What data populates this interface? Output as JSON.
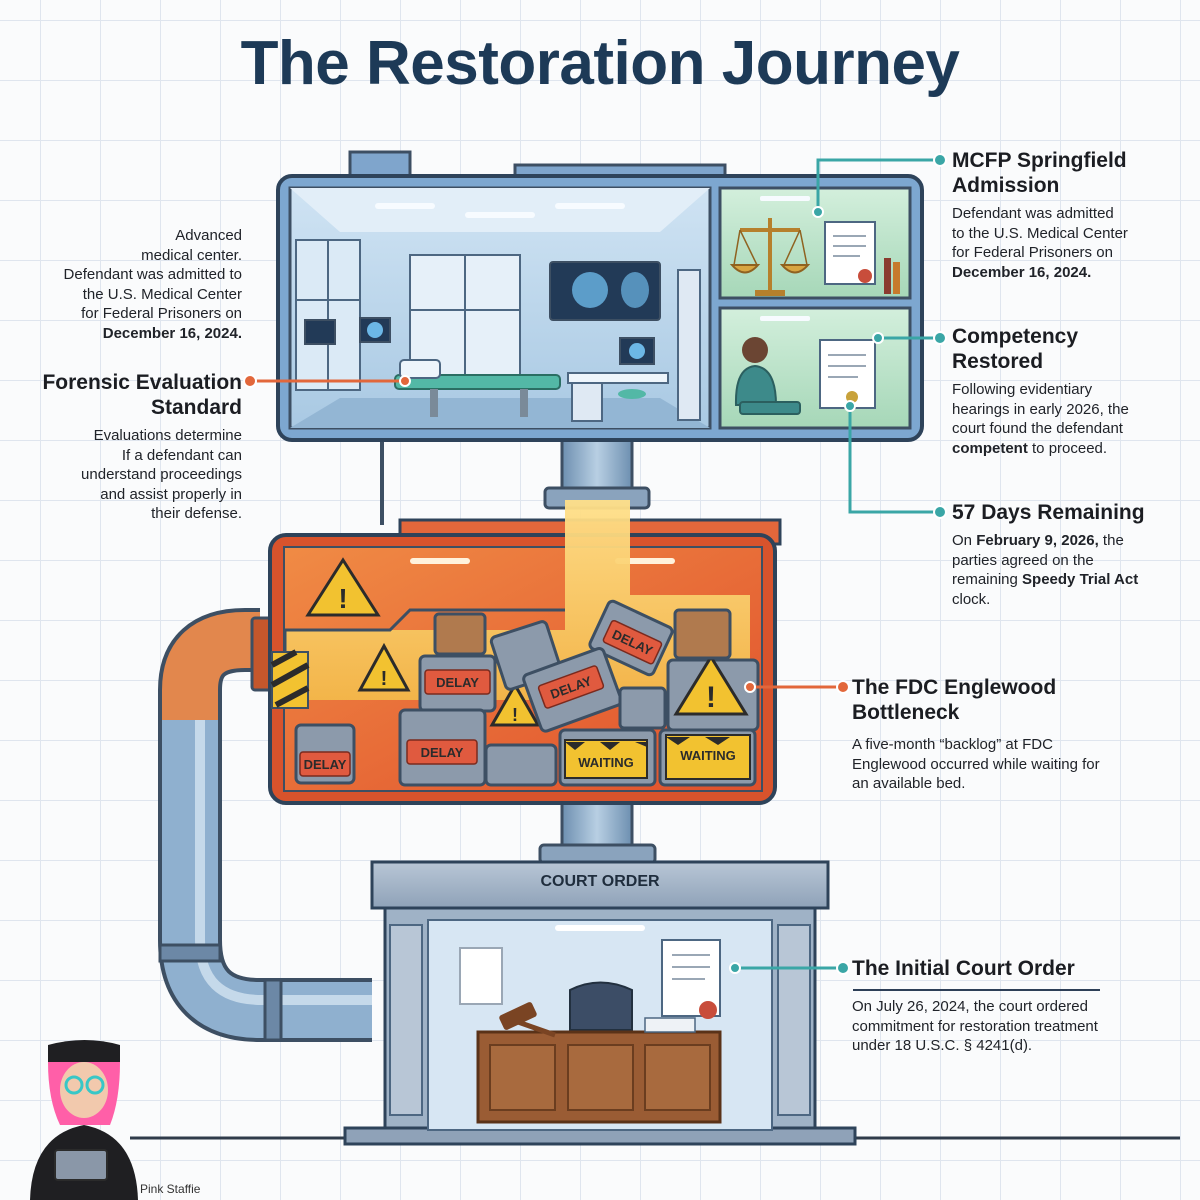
{
  "title": "The Restoration Journey",
  "labels": {
    "court_order": "COURT ORDER",
    "delay": "DELAY",
    "waiting": "WAITING",
    "credit": "Pink Staffie"
  },
  "callouts": {
    "advanced_medical": {
      "desc_lines": [
        "Advanced",
        "medical center.",
        "Defendant was admitted to",
        "the U.S. Medical Center",
        "for Federal Prisoners on"
      ],
      "date": "December 16, 2024."
    },
    "forensic": {
      "heading": "Forensic Evaluation Standard",
      "desc_lines": [
        "Evaluations determine",
        "If a defendant can",
        "understand proceedings",
        "and assist properly in",
        "their defense."
      ]
    },
    "mcfp": {
      "heading": "MCFP Springfield Admission",
      "desc_lines": [
        "Defendant was admitted",
        "to the U.S. Medical Center",
        "for Federal Prisoners on"
      ],
      "date": "December 16, 2024."
    },
    "competency": {
      "heading": "Competency Restored",
      "desc_lines": [
        "Following evidentiary",
        "hearings in early 2026, the",
        "court found the defendant"
      ],
      "emph": "competent",
      "tail": " to proceed."
    },
    "days": {
      "heading": "57 Days Remaining",
      "pre": "On ",
      "date": "February 9, 2026,",
      "mid1": " the parties agreed on the remaining ",
      "emph": "Speedy Trial Act",
      "mid2": " clock."
    },
    "englewood": {
      "heading": "The FDC Englewood Bottleneck",
      "desc": "A five-month “backlog” at FDC Englewood occurred while waiting for an available bed."
    },
    "initial": {
      "heading": "The Initial Court Order",
      "desc": "On July 26, 2024, the court ordered commitment for restoration treatment under 18 U.S.C. § 4241(d)."
    }
  },
  "colors": {
    "title": "#1d3a57",
    "blue_frame": "#6c98c9",
    "orange_frame": "#d8532c",
    "teal_connector": "#3aa6a6",
    "orange_connector": "#e2673b"
  }
}
